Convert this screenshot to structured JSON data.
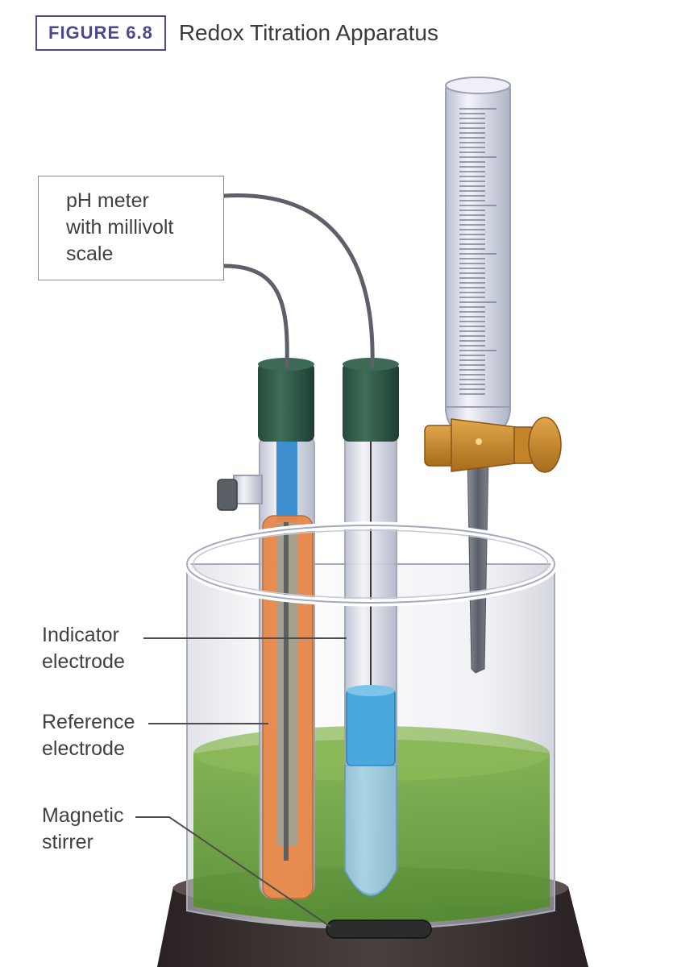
{
  "header": {
    "figure_label": "FIGURE 6.8",
    "title": "Redox Titration Apparatus"
  },
  "meter": {
    "lines": [
      "pH meter",
      "with millivolt",
      "scale"
    ]
  },
  "labels": {
    "indicator": [
      "Indicator",
      "electrode"
    ],
    "reference": [
      "Reference",
      "electrode"
    ],
    "stirrer": [
      "Magnetic",
      "stirrer"
    ]
  },
  "colors": {
    "solution": "#6aa23a",
    "cap": "#2f5a48",
    "reference_tube": "#e8884a",
    "indicator_bulb": "#4aa8dc",
    "stopcock": "#c98a2c",
    "stirplate": "#3d3434",
    "frame_accent": "#4b4a8f"
  }
}
